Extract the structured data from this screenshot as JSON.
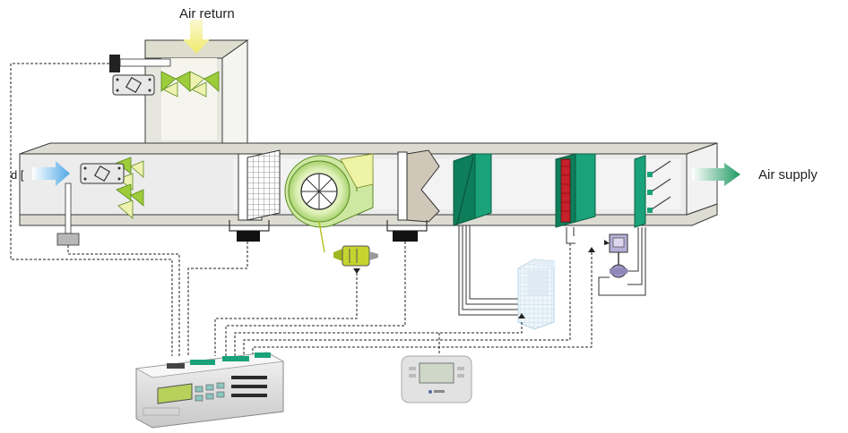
{
  "labels": {
    "air_return": "Air return",
    "air_supply": "Air supply",
    "outside_air_partial": "d ["
  },
  "colors": {
    "duct_fill": "#ececec",
    "duct_top": "#dcdcd2",
    "duct_stroke": "#3a3a3a",
    "coil_green": "#1aa37a",
    "coil_green_dark": "#0e7d5a",
    "damper_green": "#9ccc3a",
    "damper_yellow": "#eef2b0",
    "wire": "#222222",
    "arrow_in": "#6ab7e8",
    "arrow_out": "#2aa870",
    "arrow_return": "#f3f09a",
    "heater_red": "#c8202a",
    "fan_green": "#8cc63f"
  },
  "icons": [
    "damper-actuator-icon",
    "fan-icon",
    "humidity-sensor-icon",
    "temperature-probe-icon",
    "filter-icon",
    "cooling-coil-icon",
    "heating-coil-icon",
    "humidifier-icon",
    "valve-actuator-icon",
    "outdoor-unit-icon",
    "controller-icon",
    "terminal-display-icon"
  ]
}
